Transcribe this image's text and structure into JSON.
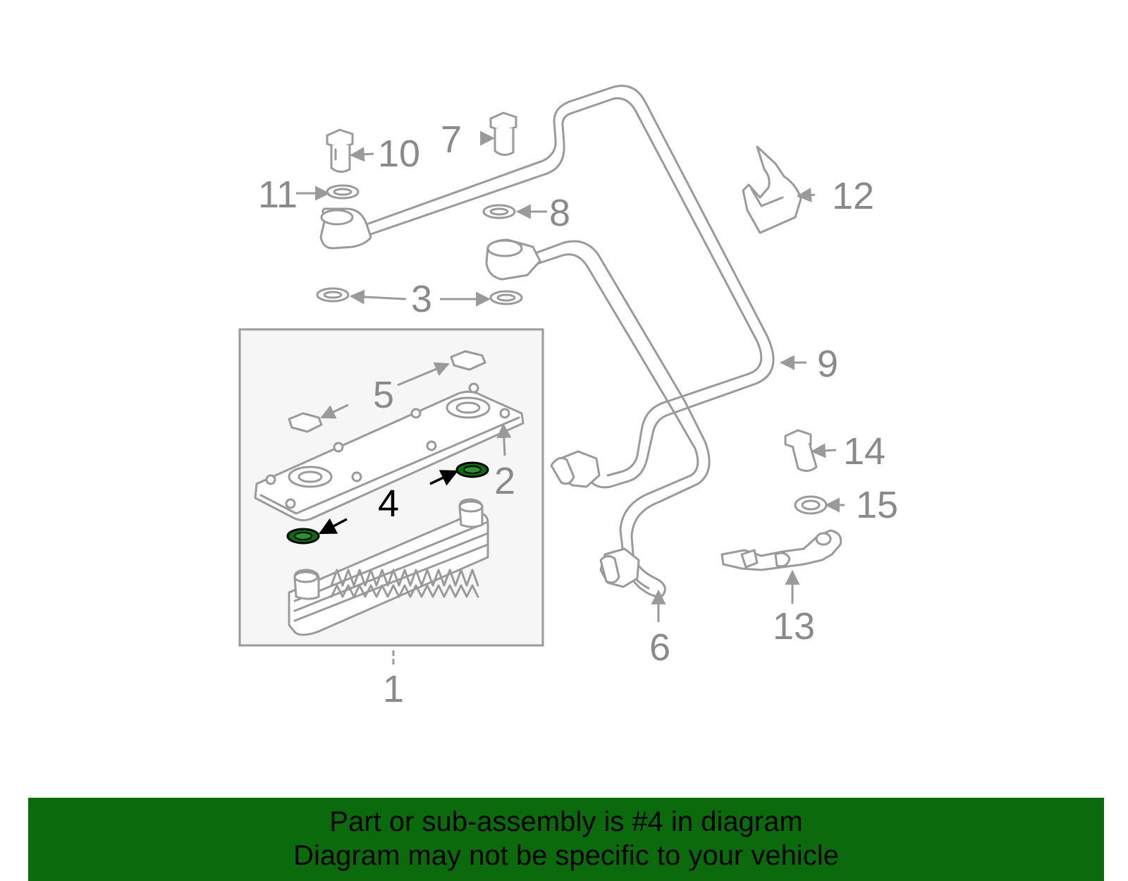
{
  "callouts": {
    "c1": "1",
    "c2": "2",
    "c3": "3",
    "c4": "4",
    "c5": "5",
    "c6": "6",
    "c7": "7",
    "c8": "8",
    "c9": "9",
    "c10": "10",
    "c11": "11",
    "c12": "12",
    "c13": "13",
    "c14": "14",
    "c15": "15"
  },
  "highlight_part": "4",
  "colors": {
    "line": "#9a9a9a",
    "highlight_fill": "#0b6a0b",
    "banner_bg": "#0b6a0b",
    "inset_bg": "#f6f6f6"
  },
  "banner": {
    "line1": "Part or sub-assembly is #4 in diagram",
    "line2": "Diagram may not be specific to your vehicle"
  }
}
